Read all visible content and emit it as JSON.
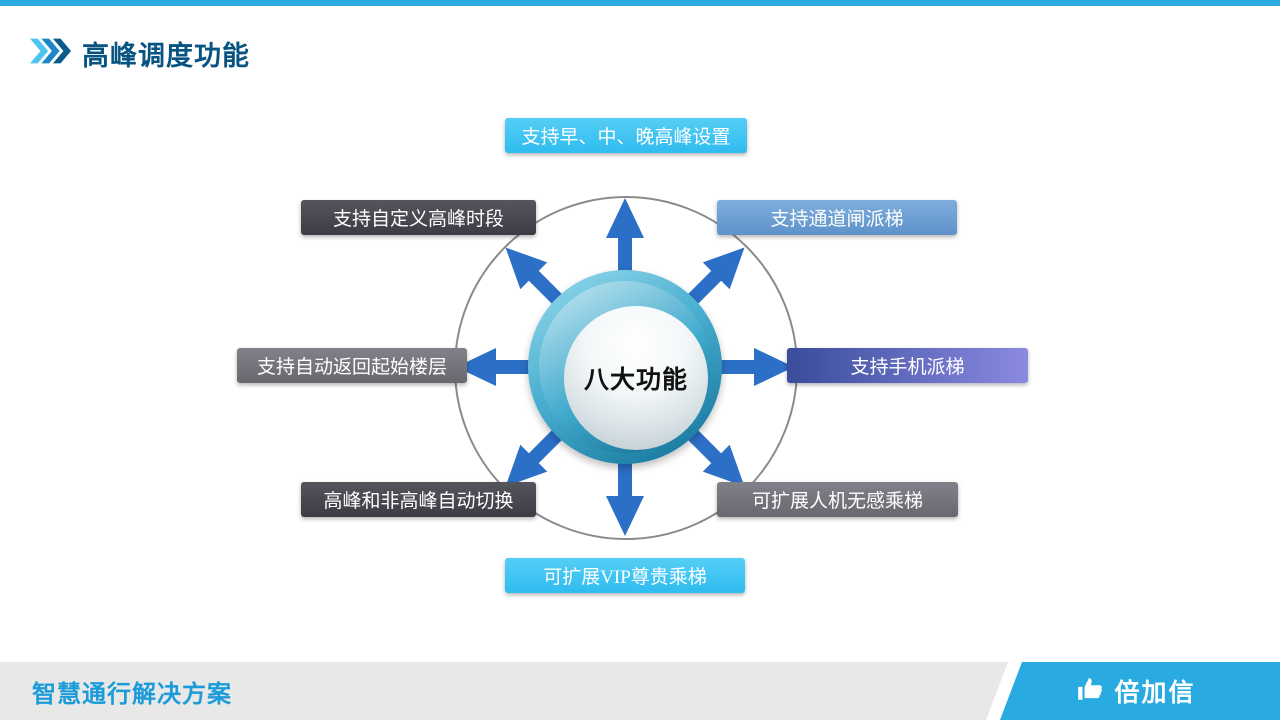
{
  "page": {
    "title": "高峰调度功能",
    "diagram": {
      "center_label": "八大功能",
      "items": [
        {
          "id": "top",
          "label": "支持早、中、晚高峰设置",
          "color": "#3EC6F1"
        },
        {
          "id": "nw",
          "label": "支持自定义高峰时段",
          "color": "#47474F"
        },
        {
          "id": "ne",
          "label": "支持通道闸派梯",
          "color": "#6FA0D6"
        },
        {
          "id": "w",
          "label": "支持自动返回起始楼层",
          "color": "#75757B"
        },
        {
          "id": "e",
          "label": "支持手机派梯",
          "color_start": "#3A4C9B",
          "color_end": "#8A8AE0"
        },
        {
          "id": "sw",
          "label": "高峰和非高峰自动切换",
          "color": "#47474F"
        },
        {
          "id": "se",
          "label": "可扩展人机无感乘梯",
          "color": "#75757B"
        },
        {
          "id": "s",
          "label": "可扩展VIP尊贵乘梯",
          "color": "#3EC6F1"
        }
      ]
    },
    "footer": {
      "solution_text": "智慧通行解决方案",
      "brand_name": "倍加信"
    },
    "colors": {
      "accent_blue": "#29ABE2",
      "title_color": "#075483",
      "arrow_blue": "#2C6FC6",
      "circle_gray": "#8A8A8A",
      "footer_gray": "#E8E8E8",
      "footer_text_blue": "#1B9CD8"
    }
  }
}
